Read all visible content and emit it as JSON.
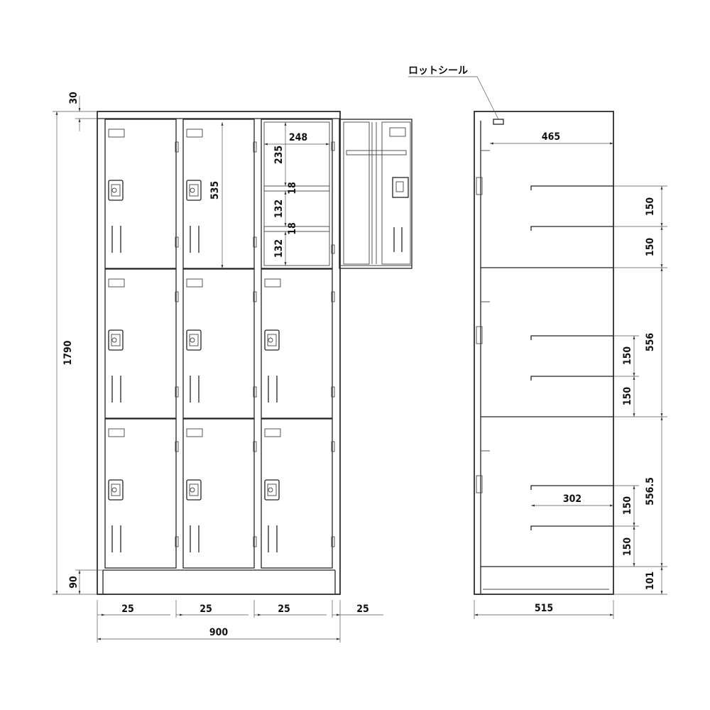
{
  "front": {
    "top_margin": "30",
    "total_height": "1790",
    "base_height": "90",
    "door_gap_1": "25",
    "door_gap_2": "25",
    "door_gap_3": "25",
    "door_gap_4": "25",
    "total_width": "900",
    "inner_width": "248",
    "inner_height": "535",
    "shelf_top": "235",
    "shelf_thk_1": "18",
    "shelf_mid": "132",
    "shelf_thk_2": "18",
    "shelf_bottom": "132"
  },
  "side": {
    "seal_label": "ロットシール",
    "depth_inner": "465",
    "shelf_pitch_1": "150",
    "shelf_pitch_2": "150",
    "compartment_1": "556",
    "shelf_pitch_3": "150",
    "shelf_pitch_4": "150",
    "compartment_2": "556.5",
    "shelf_depth": "302",
    "shelf_pitch_5": "150",
    "shelf_pitch_6": "150",
    "base_height": "101",
    "total_depth": "515"
  }
}
